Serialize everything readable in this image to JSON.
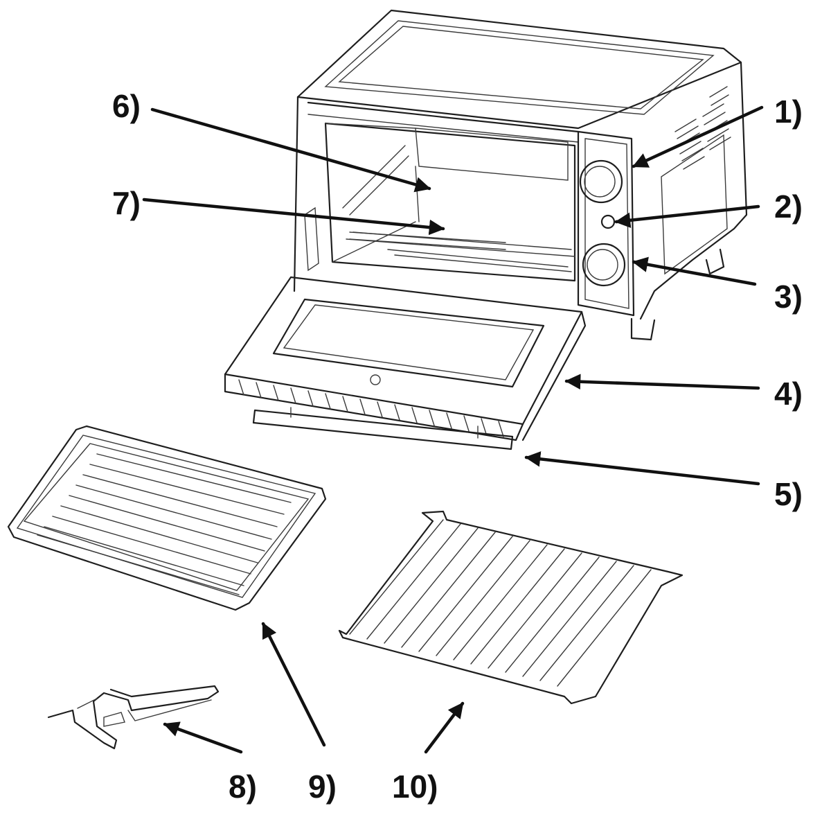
{
  "callouts": {
    "c1": "1)",
    "c2": "2)",
    "c3": "3)",
    "c4": "4)",
    "c5": "5)",
    "c6": "6)",
    "c7": "7)",
    "c8": "8)",
    "c9": "9)",
    "c10": "10)"
  }
}
